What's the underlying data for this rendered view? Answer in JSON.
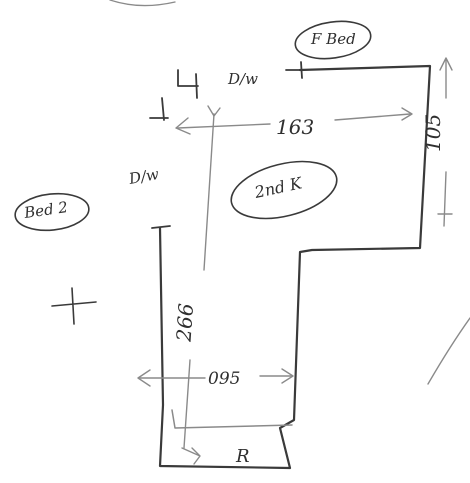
{
  "labels": {
    "front_bed": "F Bed",
    "room": "2nd K",
    "bed2": "Bed 2",
    "door_top": "D/w",
    "door_left": "D/w",
    "dim_width": "163",
    "dim_height_right": "105",
    "dim_height_left": "266",
    "dim_bottom": "095",
    "bottom_mark": "R"
  },
  "colors": {
    "pencil": "#3a3a3a",
    "paper": "#ffffff"
  }
}
